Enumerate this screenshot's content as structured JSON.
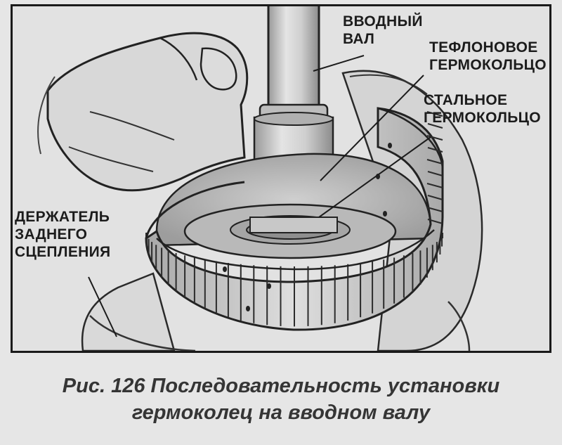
{
  "labels": {
    "input_shaft": [
      "ВВОДНЫЙ",
      "ВАЛ"
    ],
    "teflon_ring": [
      "ТЕФЛОНОВОЕ",
      "ГЕРМОКОЛЬЦО"
    ],
    "steel_ring": [
      "СТАЛЬНОЕ",
      "ГЕРМОКОЛЬЦО"
    ],
    "clutch_holder": [
      "ДЕРЖАТЕЛЬ",
      "ЗАДНЕГО",
      "СЦЕПЛЕНИЯ"
    ]
  },
  "caption": {
    "line1": "Рис. 126 Последовательность установки",
    "line2": "гермоколец на вводном валу"
  }
}
